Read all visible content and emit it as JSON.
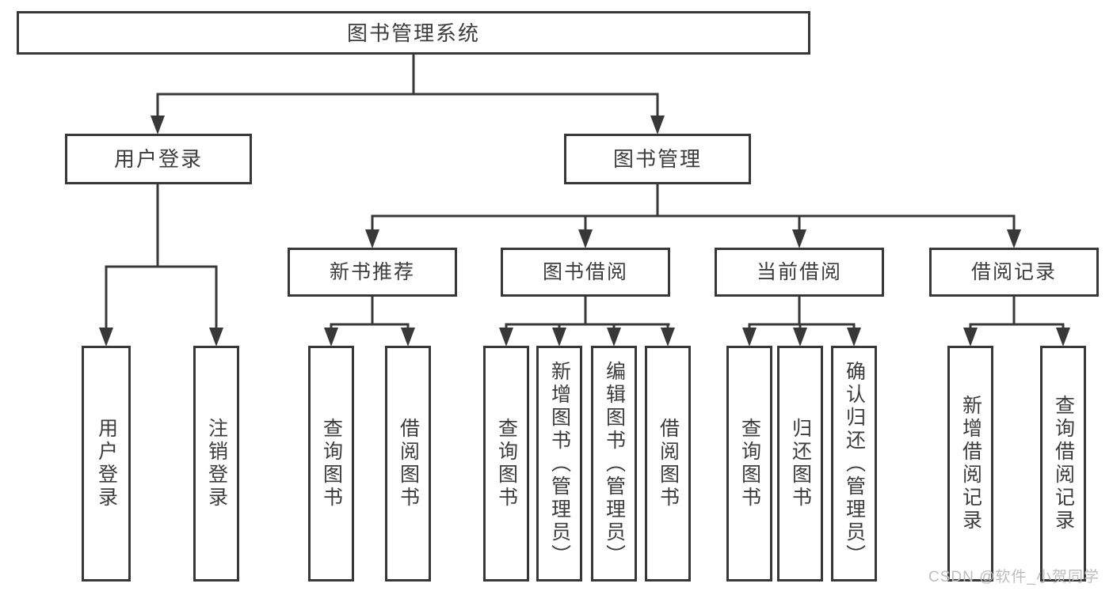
{
  "diagram": {
    "root": "图书管理系统",
    "login": {
      "label": "用户登录",
      "children": [
        "用户登录",
        "注销登录"
      ]
    },
    "mgmt": {
      "label": "图书管理"
    },
    "newbook": {
      "label": "新书推荐",
      "children": [
        "查询图书",
        "借阅图书"
      ]
    },
    "borrow": {
      "label": "图书借阅",
      "children": [
        "查询图书",
        "新增图书（管理员）",
        "编辑图书（管理员）",
        "借阅图书"
      ]
    },
    "current": {
      "label": "当前借阅",
      "children": [
        "查询图书",
        "归还图书",
        "确认归还（管理员）"
      ]
    },
    "records": {
      "label": "借阅记录",
      "children": [
        "新增借阅记录",
        "查询借阅记录"
      ]
    }
  },
  "watermark": "CSDN @软件_小贺同学",
  "colors": {
    "line": "#383838",
    "text": "#3c3c3c",
    "watermark": "#bdbdbd",
    "background": "#ffffff"
  }
}
